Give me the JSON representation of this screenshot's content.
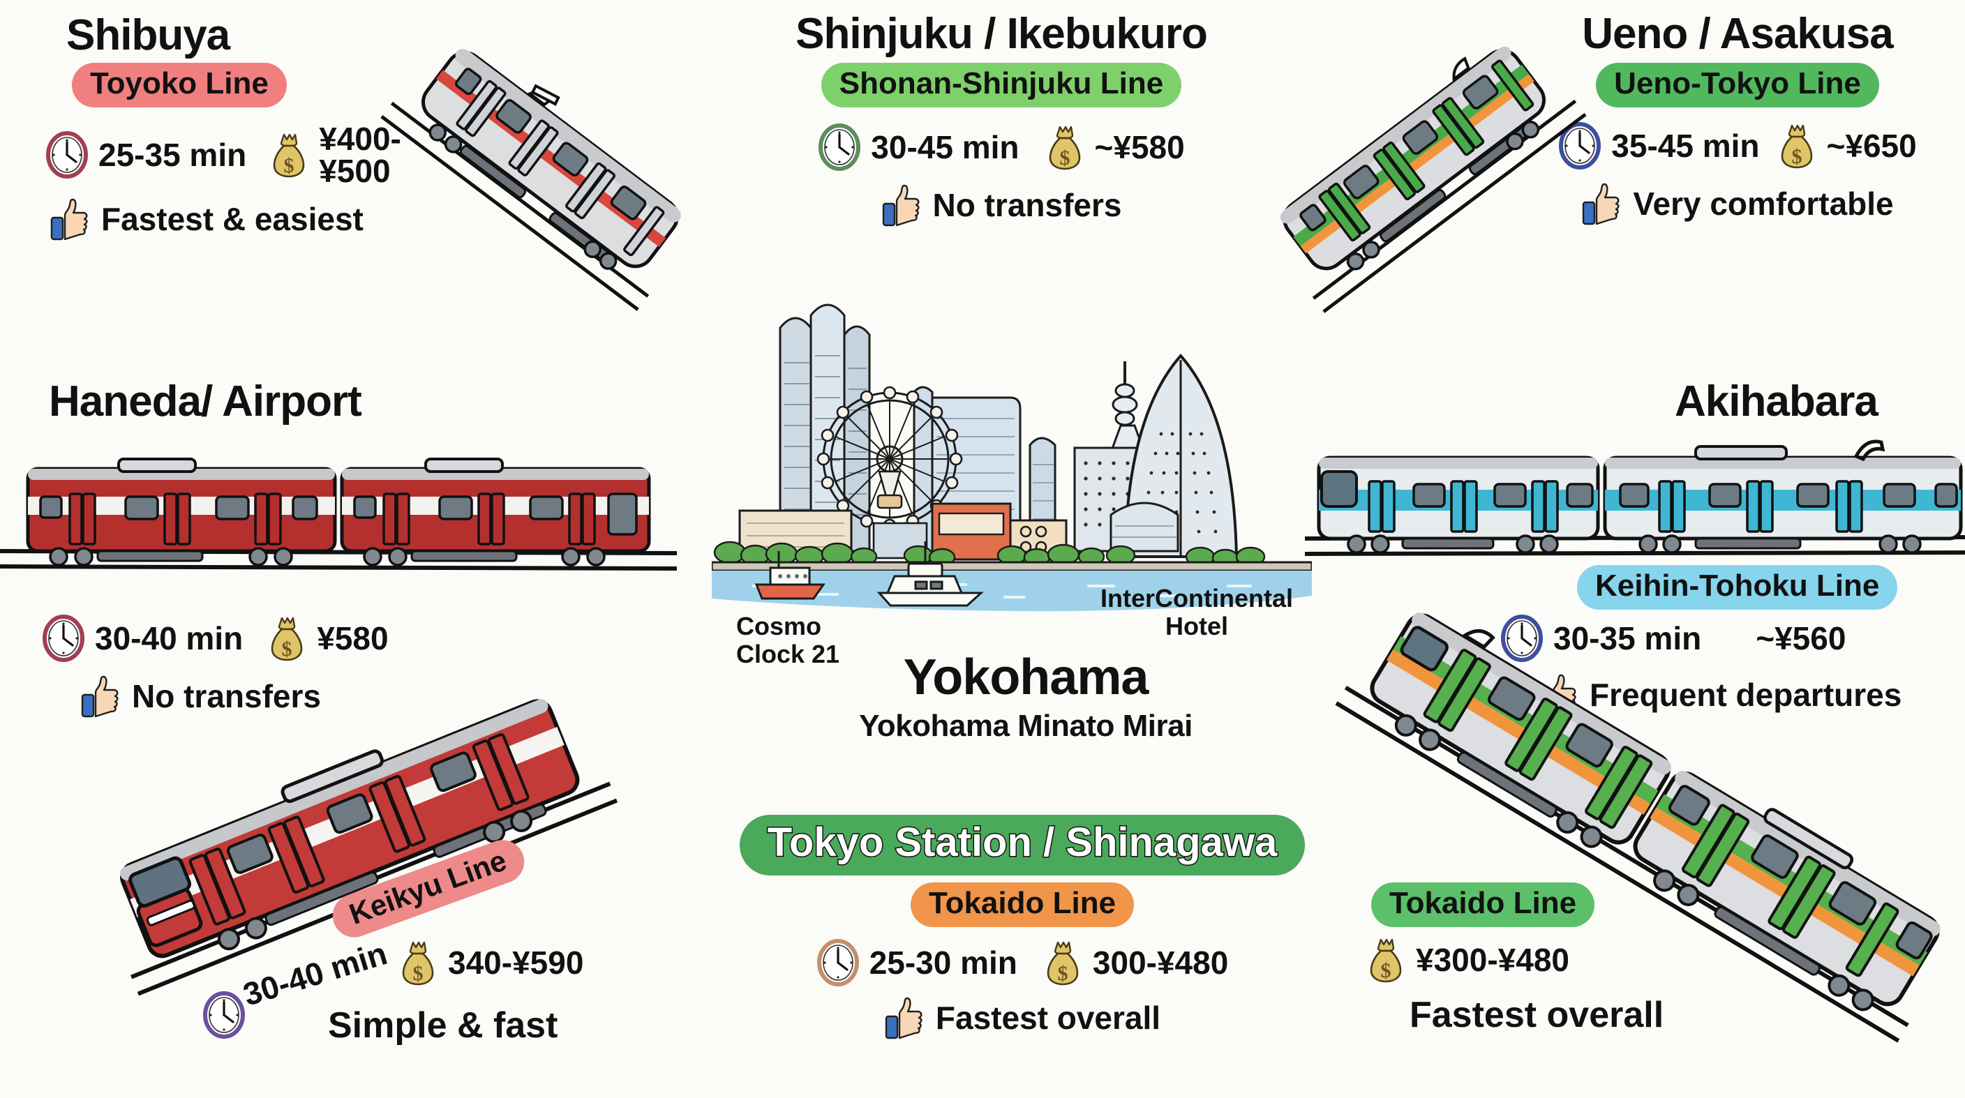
{
  "center": {
    "city_name": "Yokohama",
    "city_sub": "Yokohama Minato Mirai",
    "landmark_left": "Cosmo\nClock 21",
    "landmark_left_line1": "Cosmo",
    "landmark_left_line2": "Clock 21",
    "landmark_right_line1": "InterContinental",
    "landmark_right_line2": "Hotel"
  },
  "routes": [
    {
      "id": "shibuya",
      "title": "Shibuya",
      "line_badge": "Toyoko Line",
      "badge_color": "#f08080",
      "duration": "25-35 min",
      "fare_line1": "¥400-",
      "fare_line2": "¥500",
      "perk": "Fastest & easiest",
      "clock_color": "#a04050",
      "train_livery": "silver-red"
    },
    {
      "id": "shinjuku-ikebukuro",
      "title": "Shinjuku / Ikebukuro",
      "line_badge": "Shonan-Shinjuku Line",
      "badge_color": "#7ed06a",
      "duration": "30-45 min",
      "fare": "~¥580",
      "perk": "No transfers",
      "clock_color": "#5a8f5a",
      "train_livery": "none"
    },
    {
      "id": "ueno-asakusa",
      "title": "Ueno / Asakusa",
      "line_badge": "Ueno-Tokyo Line",
      "badge_color": "#52b85e",
      "duration": "35-45 min",
      "fare": "~¥650",
      "perk": "Very comfortable",
      "clock_color": "#3c4fa0",
      "train_livery": "green-orange"
    },
    {
      "id": "haneda-airport",
      "title": "Haneda/ Airport",
      "duration": "30-40 min",
      "fare": "¥580",
      "perk": "No transfers",
      "clock_color": "#a04050",
      "train_livery": "keikyu-red"
    },
    {
      "id": "keikyu",
      "line_badge": "Keikyu Line",
      "badge_color": "#ef8a8a",
      "duration": "30-40 min",
      "fare": "340-¥590",
      "perk": "Simple & fast",
      "clock_color": "#6b4fa0",
      "train_livery": "keikyu-red"
    },
    {
      "id": "akihabara",
      "title": "Akihabara",
      "line_badge": "Keihin-Tohoku Line",
      "badge_color": "#86d5ec",
      "duration": "30-35 min",
      "fare": "~¥560",
      "perk": "Frequent departures",
      "clock_color": "#3c4fa0",
      "train_livery": "keihin-blue"
    },
    {
      "id": "tokyo-station-shinagawa",
      "title": "Tokyo Station / Shinagawa",
      "title_badge_color": "#4aa95a",
      "line_badge": "Tokaido Line",
      "badge_color": "#f0954a",
      "duration": "25-30 min",
      "fare": "300-¥480",
      "perk": "Fastest overall",
      "clock_color": "#c58f6a",
      "train_livery": "none"
    },
    {
      "id": "tokaido-right",
      "line_badge": "Tokaido Line",
      "badge_color": "#5cc06a",
      "fare": "¥300-¥480",
      "perk": "Fastest overall",
      "train_livery": "green-orange"
    }
  ],
  "icons": {
    "clock": "clock-icon",
    "money_bag": "money-bag-icon",
    "thumbs_up": "thumbs-up-icon"
  }
}
